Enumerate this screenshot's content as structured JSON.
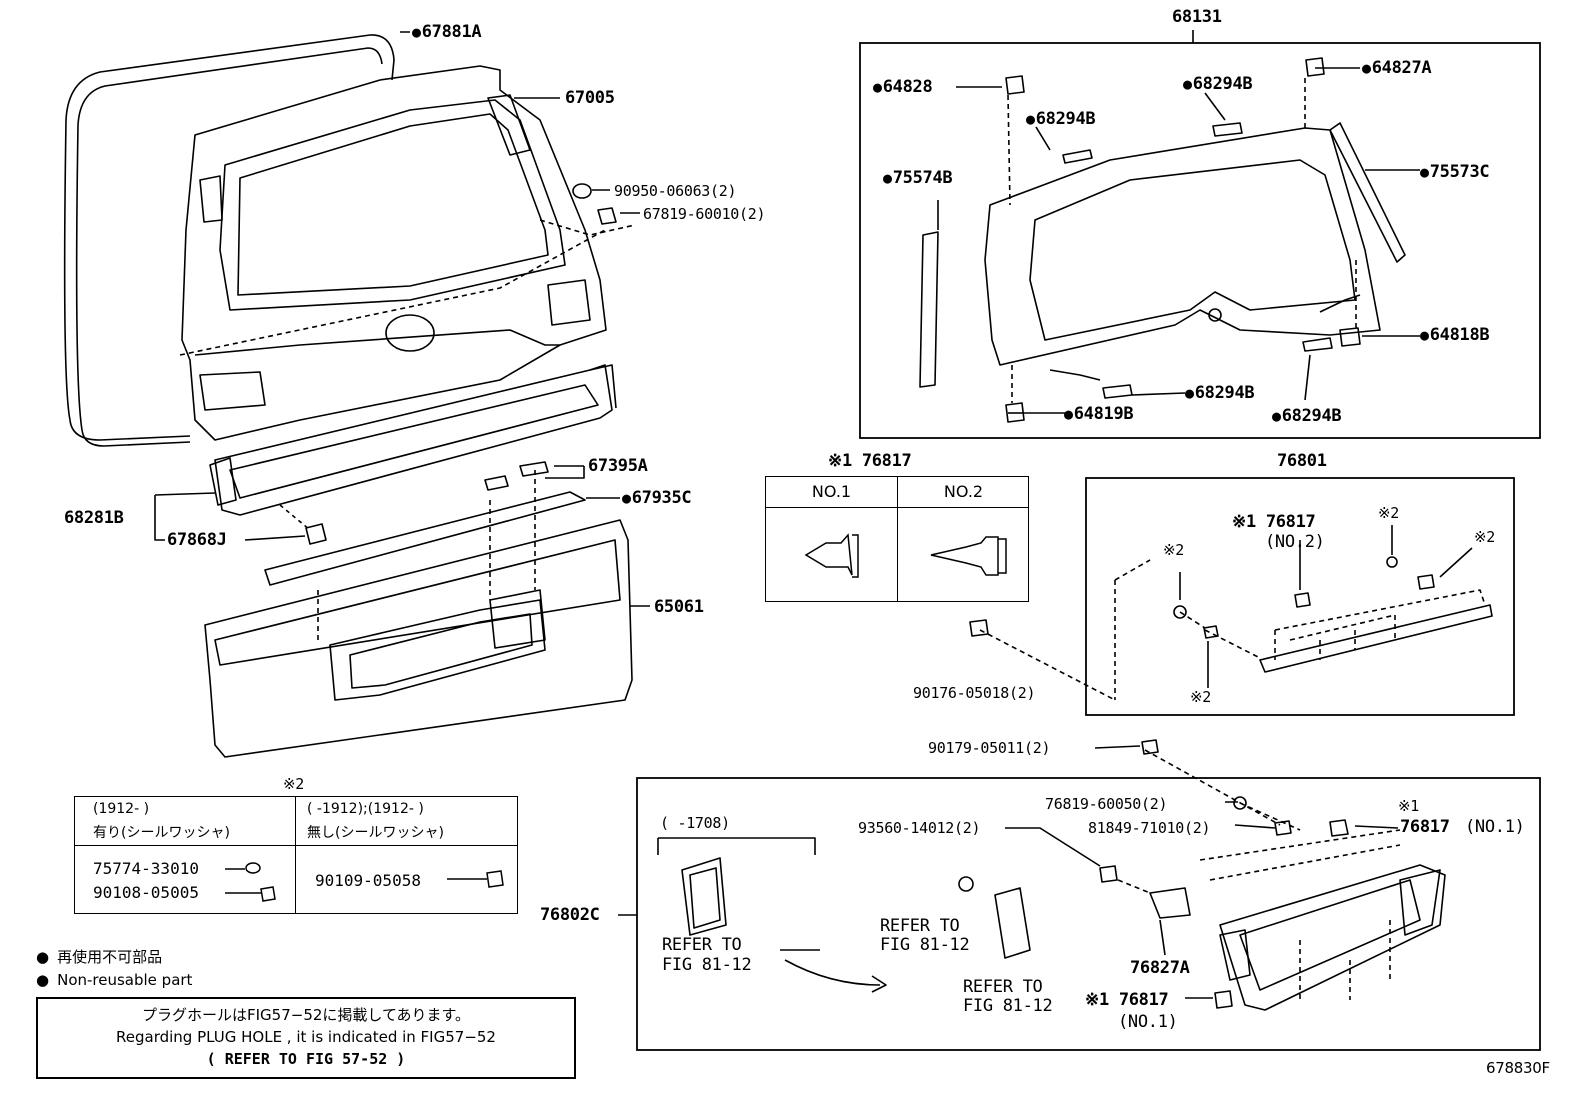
{
  "parts": {
    "p67881A": "67881A",
    "p67005": "67005",
    "p90950": "90950-06063(2)",
    "p67819": "67819-60010(2)",
    "p67395A": "67395A",
    "p67935C": "67935C",
    "p68281B": "68281B",
    "p67868J": "67868J",
    "p65061": "65061",
    "p68131": "68131",
    "p64828": "64828",
    "p68294B_a": "68294B",
    "p68294B_b": "68294B",
    "p64827A": "64827A",
    "p75574B": "75574B",
    "p75573C": "75573C",
    "p64818B": "64818B",
    "p68294B_c": "68294B",
    "p64819B": "64819B",
    "p68294B_d": "68294B",
    "p76801": "76801",
    "p90176": "90176-05018(2)",
    "p90179": "90179-05011(2)",
    "p76819": "76819-60050(2)",
    "p93560": "93560-14012(2)",
    "p81849": "81849-71010(2)",
    "p76802C": "76802C",
    "p76827A": "76827A",
    "fig_code": "678830F"
  },
  "clip_table": {
    "title": "※1 76817",
    "col1": "NO.1",
    "col2": "NO.2"
  },
  "box76801": {
    "label1": "※1 76817",
    "label1b": "(NO.2)",
    "m1": "※2",
    "m2": "※2",
    "m3": "※2",
    "m4": "※2"
  },
  "box76802": {
    "range": "(     -1708)",
    "refer1a": "REFER TO",
    "refer1b": "FIG 81-12",
    "refer2a": "REFER TO",
    "refer2b": "FIG 81-12",
    "refer3a": "REFER TO",
    "refer3b": "FIG 81-12",
    "clip1_a": "※1",
    "clip1_b": "76817",
    "clip1_c": "(NO.1)",
    "clip2_a": "※1 76817",
    "clip2_b": "(NO.1)"
  },
  "washer_table": {
    "mark": "※2",
    "h1a": "(1912-     )",
    "h1b": "有り(シールワッシャ)",
    "h2a": "(    -1912);(1912-     )",
    "h2b": "無し(シールワッシャ)",
    "r1a": "75774-33010",
    "r1b": "90108-05005",
    "r2": "90109-05058"
  },
  "legend": {
    "jp": "再使用不可部品",
    "en": "Non-reusable part"
  },
  "note": {
    "line1": "プラグホールはFIG57−52に掲載してあります。",
    "line2": "Regarding PLUG HOLE , it is indicated in FIG57−52",
    "line3": "(  REFER TO FIG 57-52  )"
  }
}
